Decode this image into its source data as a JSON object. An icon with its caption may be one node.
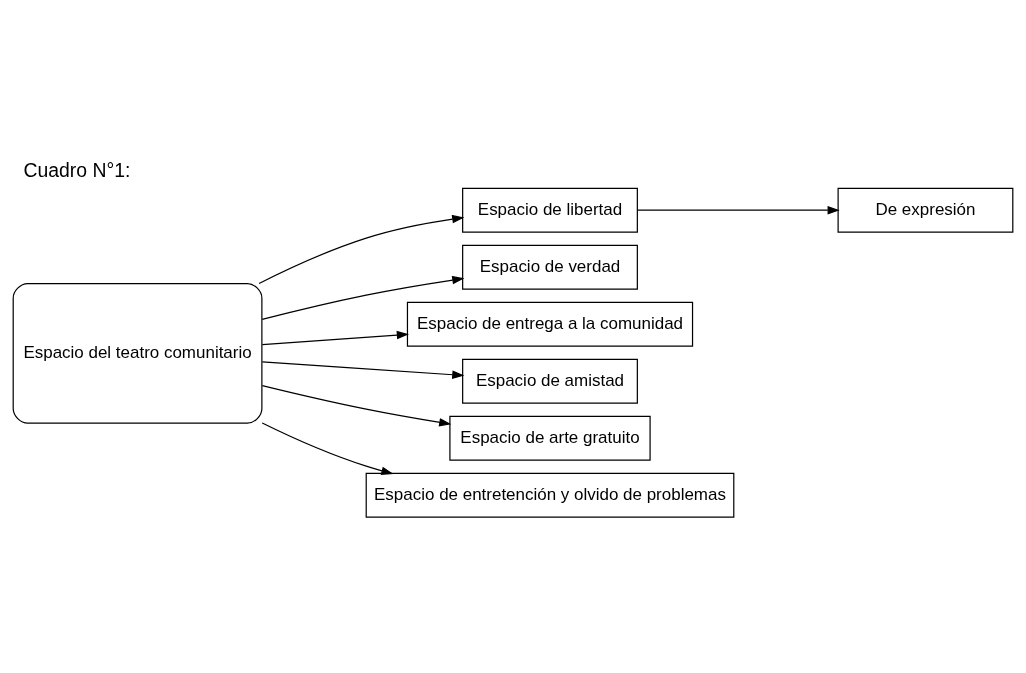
{
  "diagram": {
    "title": "Cuadro N°1:",
    "nodes": [
      {
        "text": [
          "Espacio del teatro comunitario"
        ]
      },
      {
        "text": [
          "Espacio de libertad"
        ]
      },
      {
        "text": [
          "De expresión"
        ]
      },
      {
        "text": [
          "Espacio de verdad"
        ]
      },
      {
        "text": [
          "Espacio de entrega a la comunidad"
        ]
      },
      {
        "text": [
          "Espacio de amistad"
        ]
      },
      {
        "text": [
          "Espacio de arte gratuito"
        ]
      },
      {
        "text": [
          "Espacio de entretención y olvido de problemas"
        ]
      }
    ],
    "edges": [
      {
        "from": 0,
        "to": 1,
        "arrow": "to"
      },
      {
        "from": 1,
        "to": 2,
        "arrow": "to"
      },
      {
        "from": 0,
        "to": 3,
        "arrow": "to"
      },
      {
        "from": 0,
        "to": 4,
        "arrow": "to"
      },
      {
        "from": 0,
        "to": 5,
        "arrow": "to"
      },
      {
        "from": 0,
        "to": 6,
        "arrow": "to"
      },
      {
        "from": 0,
        "to": 7,
        "arrow": "to"
      }
    ]
  }
}
